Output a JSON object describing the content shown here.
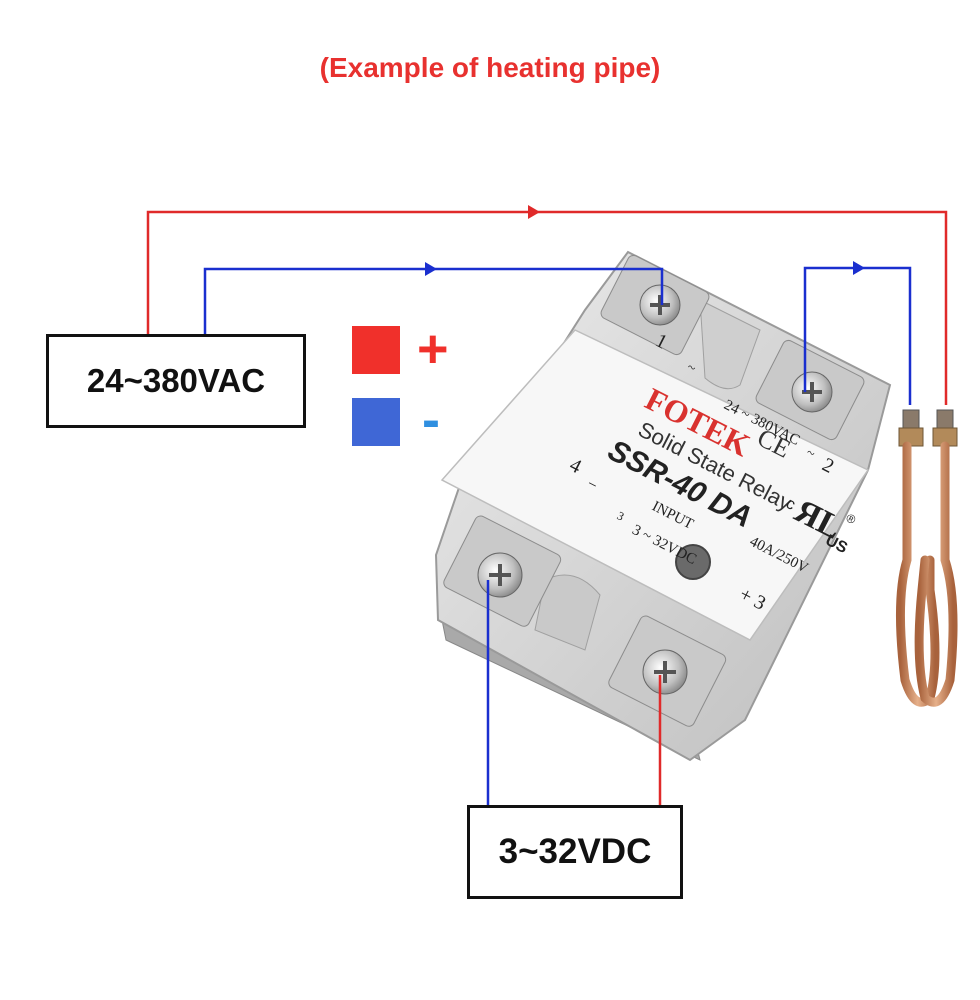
{
  "title": "(Example of heating pipe)",
  "power_source_label": "24~380VAC",
  "control_source_label": "3~32VDC",
  "legend": {
    "positive_sign": "+",
    "negative_sign": "-",
    "positive_color": "#f0302b",
    "negative_color": "#3f67d6"
  },
  "relay": {
    "brand": "FOTEK",
    "line1": "Solid State Relay",
    "model": "SSR-40 DA",
    "ac_range": "24 ~ 380VAC",
    "rating": "40A/250V",
    "input_label": "INPUT",
    "dc_range": "3 ~ 32VDC",
    "terminal_1": "1",
    "terminal_2": "2",
    "terminal_3": "+ 3",
    "terminal_4": "4",
    "term_tilde_1": "~",
    "term_tilde_2": "~",
    "term_minus": "−",
    "term_3_small": "3",
    "ce_mark": "CE",
    "cert_c": "c",
    "cert_us": "US",
    "cert_r": "®"
  },
  "colors": {
    "wire_red": "#e02a2a",
    "wire_blue": "#1a2fcf",
    "relay_body": "#d9d9d9",
    "heater_copper": "#c8825a"
  }
}
